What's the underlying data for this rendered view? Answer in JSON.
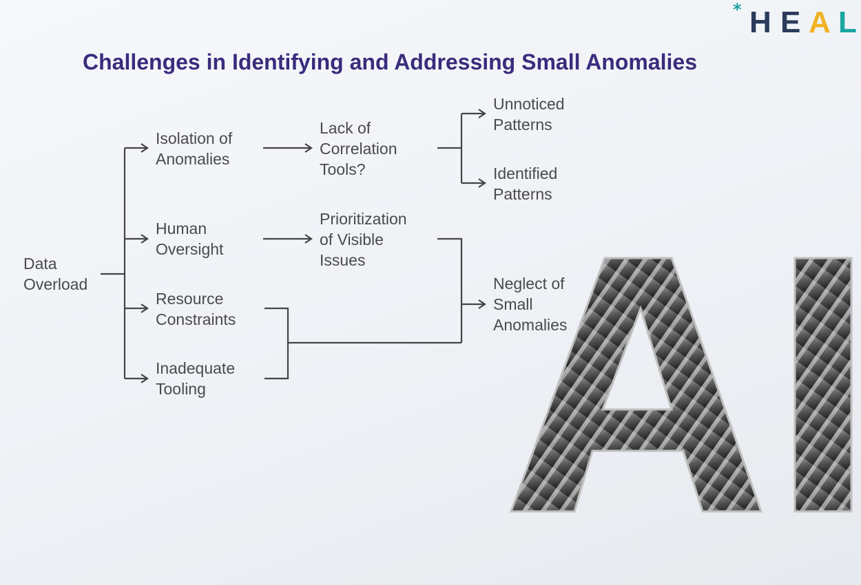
{
  "title": "Challenges in Identifying and Addressing Small Anomalies",
  "brand": {
    "letters": [
      "H",
      "E",
      "A",
      "L"
    ],
    "colors": [
      "#2b3b5c",
      "#e0473f",
      "#2b3b5c",
      "#f0b323",
      "#1ba5a0"
    ]
  },
  "diagram": {
    "nodes": {
      "data_overload": [
        "Data",
        "Overload"
      ],
      "isolation": [
        "Isolation of",
        "Anomalies"
      ],
      "human": [
        "Human",
        "Oversight"
      ],
      "resource": [
        "Resource",
        "Constraints"
      ],
      "tooling": [
        "Inadequate",
        "Tooling"
      ],
      "correlation": [
        "Lack of",
        "Correlation",
        "Tools?"
      ],
      "prioritization": [
        "Prioritization",
        "of Visible",
        "Issues"
      ],
      "unnoticed": [
        "Unnoticed",
        "Patterns"
      ],
      "identified": [
        "Identified",
        "Patterns"
      ],
      "neglect": [
        "Neglect of",
        "Small",
        "Anomalies"
      ]
    }
  },
  "decor": {
    "ai_text": [
      "A",
      "I"
    ]
  }
}
